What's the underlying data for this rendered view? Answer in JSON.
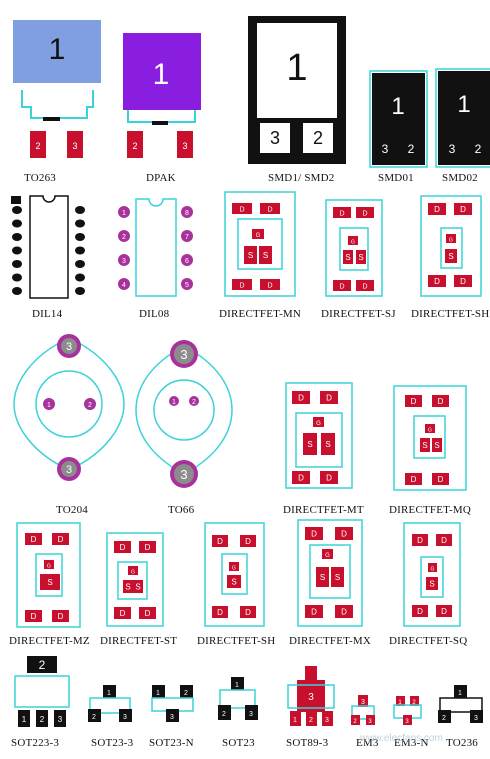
{
  "colors": {
    "cyan": "#3ad3d9",
    "red": "#c8102e",
    "black": "#111111",
    "purple_pad": "#a8329c",
    "grey_pad": "#8c8c8c",
    "to263_body": "#7f9fe0",
    "dpak_body": "#8a1ee0"
  },
  "to263": {
    "label": "TO263",
    "body_num": "1",
    "pins": [
      "2",
      "3"
    ]
  },
  "dpak": {
    "label": "DPAK",
    "body_num": "1",
    "pins": [
      "2",
      "3"
    ]
  },
  "smd1": {
    "label": "SMD1/ SMD2",
    "body_num": "1",
    "pins": [
      "3",
      "2"
    ]
  },
  "smd01": {
    "label": "SMD01",
    "body_num": "1",
    "pins": [
      "3",
      "2"
    ]
  },
  "smd02": {
    "label": "SMD02",
    "body_num": "1",
    "pins": [
      "3",
      "2"
    ]
  },
  "dil14": {
    "label": "DIL14"
  },
  "dil08": {
    "label": "DIL08",
    "pins_left": [
      "1",
      "2",
      "3",
      "4"
    ],
    "pins_right": [
      "8",
      "7",
      "6",
      "5"
    ]
  },
  "pad_letters": {
    "drain": "D",
    "source": "S",
    "gate": "G"
  },
  "directfet": {
    "mn": "DIRECTFET-MN",
    "sj": "DIRECTFET-SJ",
    "sh_top": "DIRECTFET-SH",
    "mt": "DIRECTFET-MT",
    "mq": "DIRECTFET-MQ",
    "mz": "DIRECTFET-MZ",
    "st": "DIRECTFET-ST",
    "sh_bottom": "DIRECTFET-SH",
    "mx": "DIRECTFET-MX",
    "sq": "DIRECTFET-SQ"
  },
  "to204": {
    "label": "TO204",
    "pins": [
      "3",
      "1",
      "2",
      "3"
    ]
  },
  "to66": {
    "label": "TO66",
    "pins": [
      "3",
      "1",
      "2",
      "3"
    ]
  },
  "sot223_3": {
    "label": "SOT223-3",
    "top": "2",
    "pins": [
      "1",
      "2",
      "3"
    ]
  },
  "sot23_3": {
    "label": "SOT23-3",
    "pins": [
      "1",
      "2",
      "3"
    ]
  },
  "sot23_n": {
    "label": "SOT23-N",
    "pins": [
      "1",
      "2",
      "3"
    ]
  },
  "sot23": {
    "label": "SOT23",
    "pins": [
      "1",
      "2",
      "3"
    ]
  },
  "sot89_3": {
    "label": "SOT89-3",
    "center": "3",
    "pins": [
      "1",
      "2",
      "3"
    ]
  },
  "em3": {
    "label": "EM3",
    "pins": [
      "3",
      "2",
      "3"
    ]
  },
  "em3_n": {
    "label": "EM3-N",
    "pins": [
      "1",
      "2",
      "3"
    ]
  },
  "to236": {
    "label": "TO236",
    "pins": [
      "1",
      "2",
      "3"
    ]
  },
  "watermark": "www.elecfans.com"
}
